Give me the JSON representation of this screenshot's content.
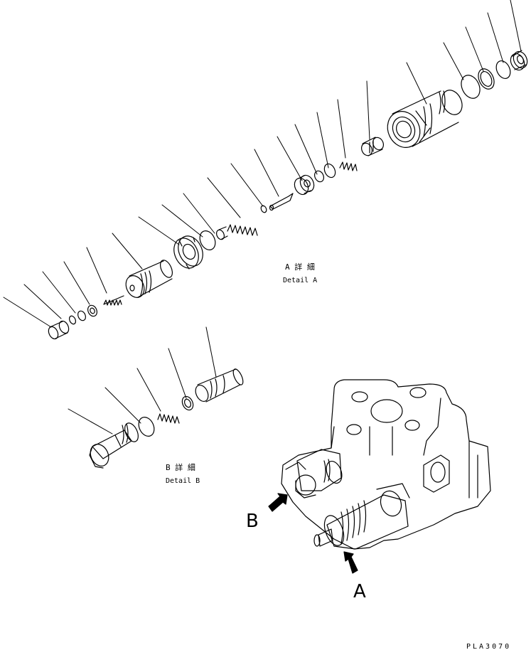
{
  "detail_a": {
    "jp": "A 詳 細",
    "en": "Detail A"
  },
  "detail_b": {
    "jp": "B 詳 細",
    "en": "Detail B"
  },
  "arrow_a_label": "A",
  "arrow_b_label": "B",
  "drawing_code": "PLA3070",
  "colors": {
    "ink": "#000000",
    "paper": "#ffffff"
  }
}
